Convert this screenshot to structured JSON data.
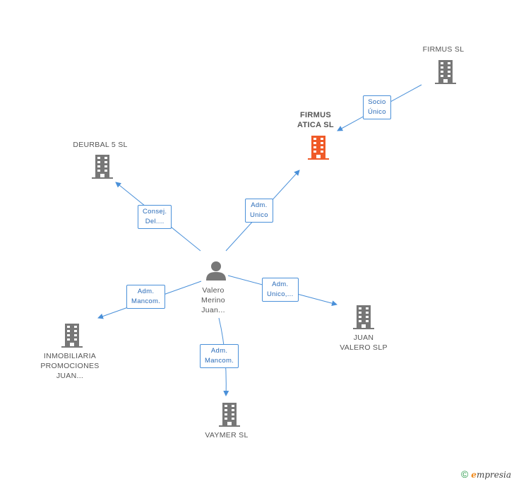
{
  "nodes": {
    "firmus": {
      "label": "FIRMUS SL"
    },
    "firmus_atica": {
      "label_line1": "FIRMUS",
      "label_line2": "ATICA SL"
    },
    "deurbal": {
      "label": "DEURBAL 5 SL"
    },
    "person": {
      "line1": "Valero",
      "line2": "Merino",
      "line3": "Juan..."
    },
    "inmobiliaria": {
      "line1": "INMOBILIARIA",
      "line2": "PROMOCIONES",
      "line3": "JUAN..."
    },
    "juan_valero": {
      "line1": "JUAN",
      "line2": "VALERO SLP"
    },
    "vaymer": {
      "label": "VAYMER SL"
    }
  },
  "edges": {
    "socio_unico": {
      "line1": "Socio",
      "line2": "Único"
    },
    "adm_unico_firmus_atica": {
      "line1": "Adm.",
      "line2": "Unico"
    },
    "consej_del": {
      "line1": "Consej.",
      "line2": "Del...."
    },
    "adm_mancom_inmob": {
      "line1": "Adm.",
      "line2": "Mancom."
    },
    "adm_unico_juan": {
      "line1": "Adm.",
      "line2": "Unico,..."
    },
    "adm_mancom_vaymer": {
      "line1": "Adm.",
      "line2": "Mancom."
    }
  },
  "colors": {
    "edge": "#4a90d9",
    "building": "#777777",
    "focus_building": "#f05a28",
    "person": "#777777"
  },
  "footer": {
    "copyright": "©",
    "brand_e": "e",
    "brand_rest": "mpresia"
  }
}
